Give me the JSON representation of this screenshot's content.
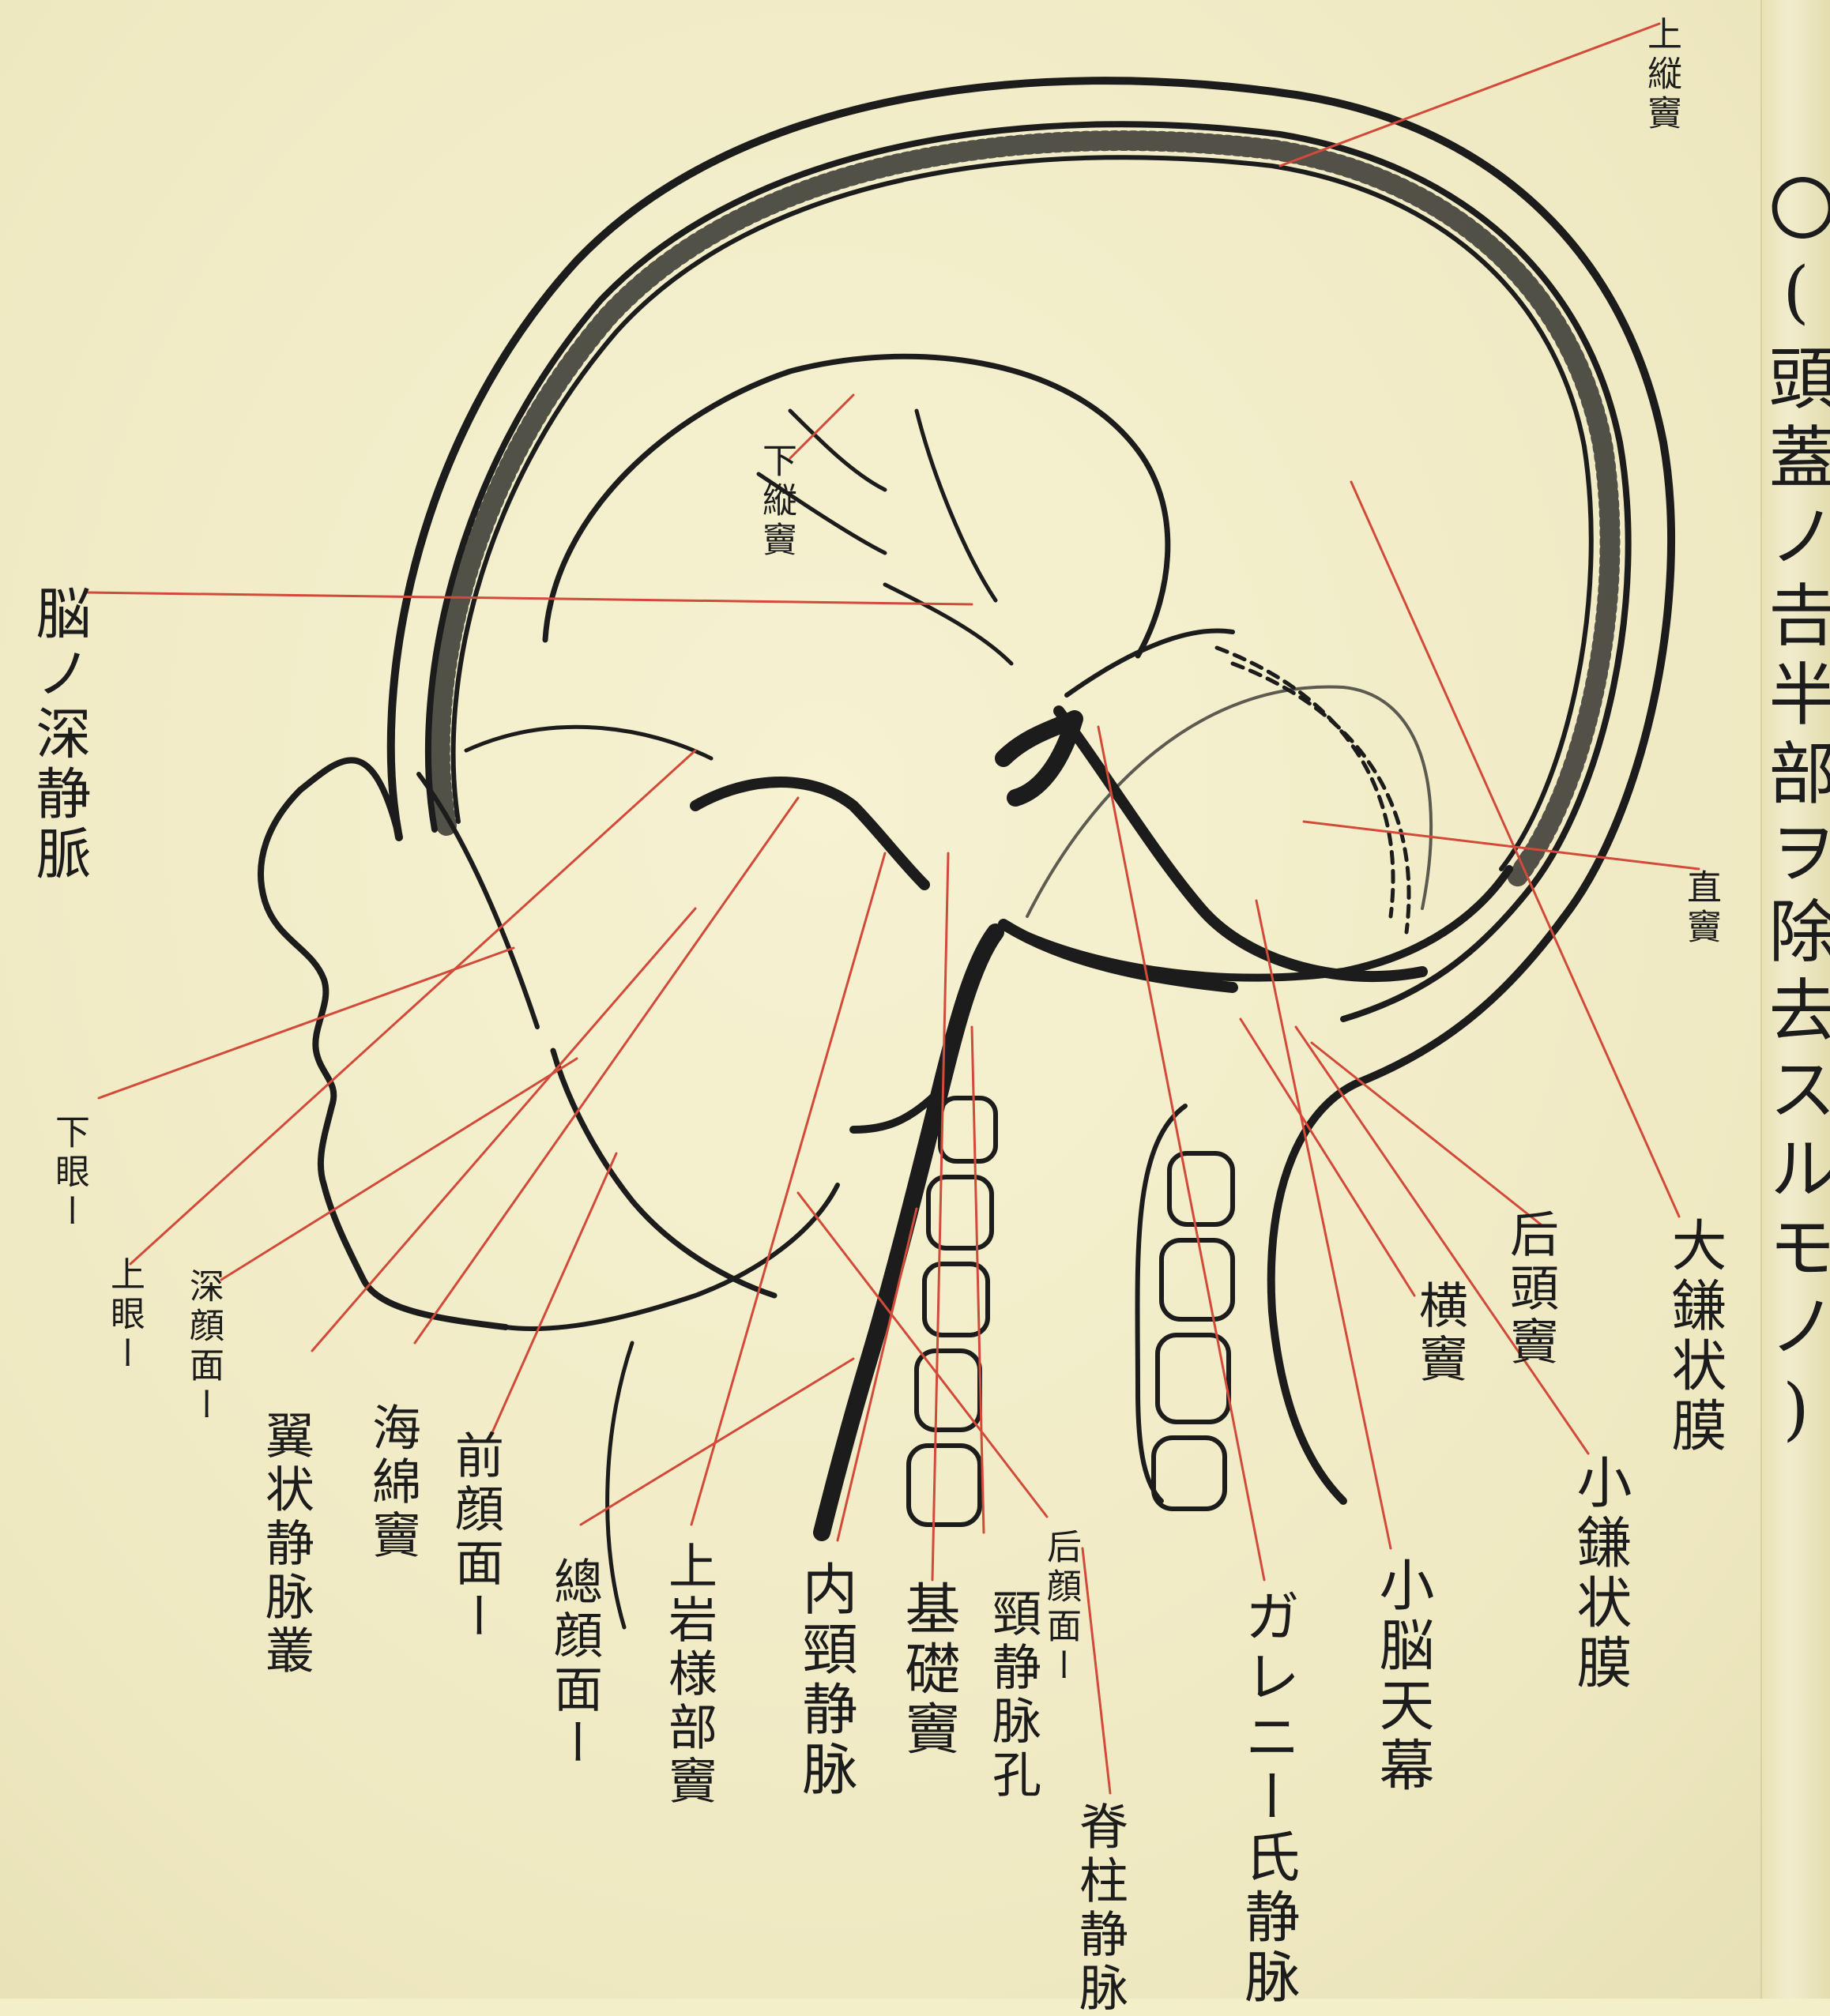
{
  "title": "〇(頭蓋ノ𠮷半部ヲ除去スルモノ)",
  "labels": {
    "superior_sagittal_sinus": "上縦竇",
    "inferior_sagittal_sinus": "下縦竇",
    "deep_cerebral_veins": "脳ノ深静脈",
    "straight_sinus": "直竇",
    "inferior_ophthalmic": "下眼ー",
    "superior_ophthalmic": "上眼ー",
    "deep_facial": "深顔面ー",
    "pterygoid_plexus": "翼状静脉叢",
    "cavernous_sinus": "海綿竇",
    "anterior_facial": "前顔面ー",
    "common_facial": "總顔面ー",
    "superior_petrosal_sinus": "上岩様部竇",
    "internal_jugular_vein": "内頸静脉",
    "basilar_sinus": "基礎竇",
    "posterior_facial": "后顔面ー",
    "jugular_foramen": "頸静脉孔",
    "vertebral_veins": "脊柱静脉",
    "vein_of_galen": "ガレニー氏静脉",
    "tentorium_cerebelli": "小脳天幕",
    "transverse_sinus": "横竇",
    "occipital_sinus": "后頭竇",
    "falx_cerebelli": "小鎌状膜",
    "falx_cerebri": "大鎌状膜"
  },
  "colors": {
    "paper": "#f3efc9",
    "ink": "#1c1c1c",
    "leader_lines": "#d24a3a"
  }
}
